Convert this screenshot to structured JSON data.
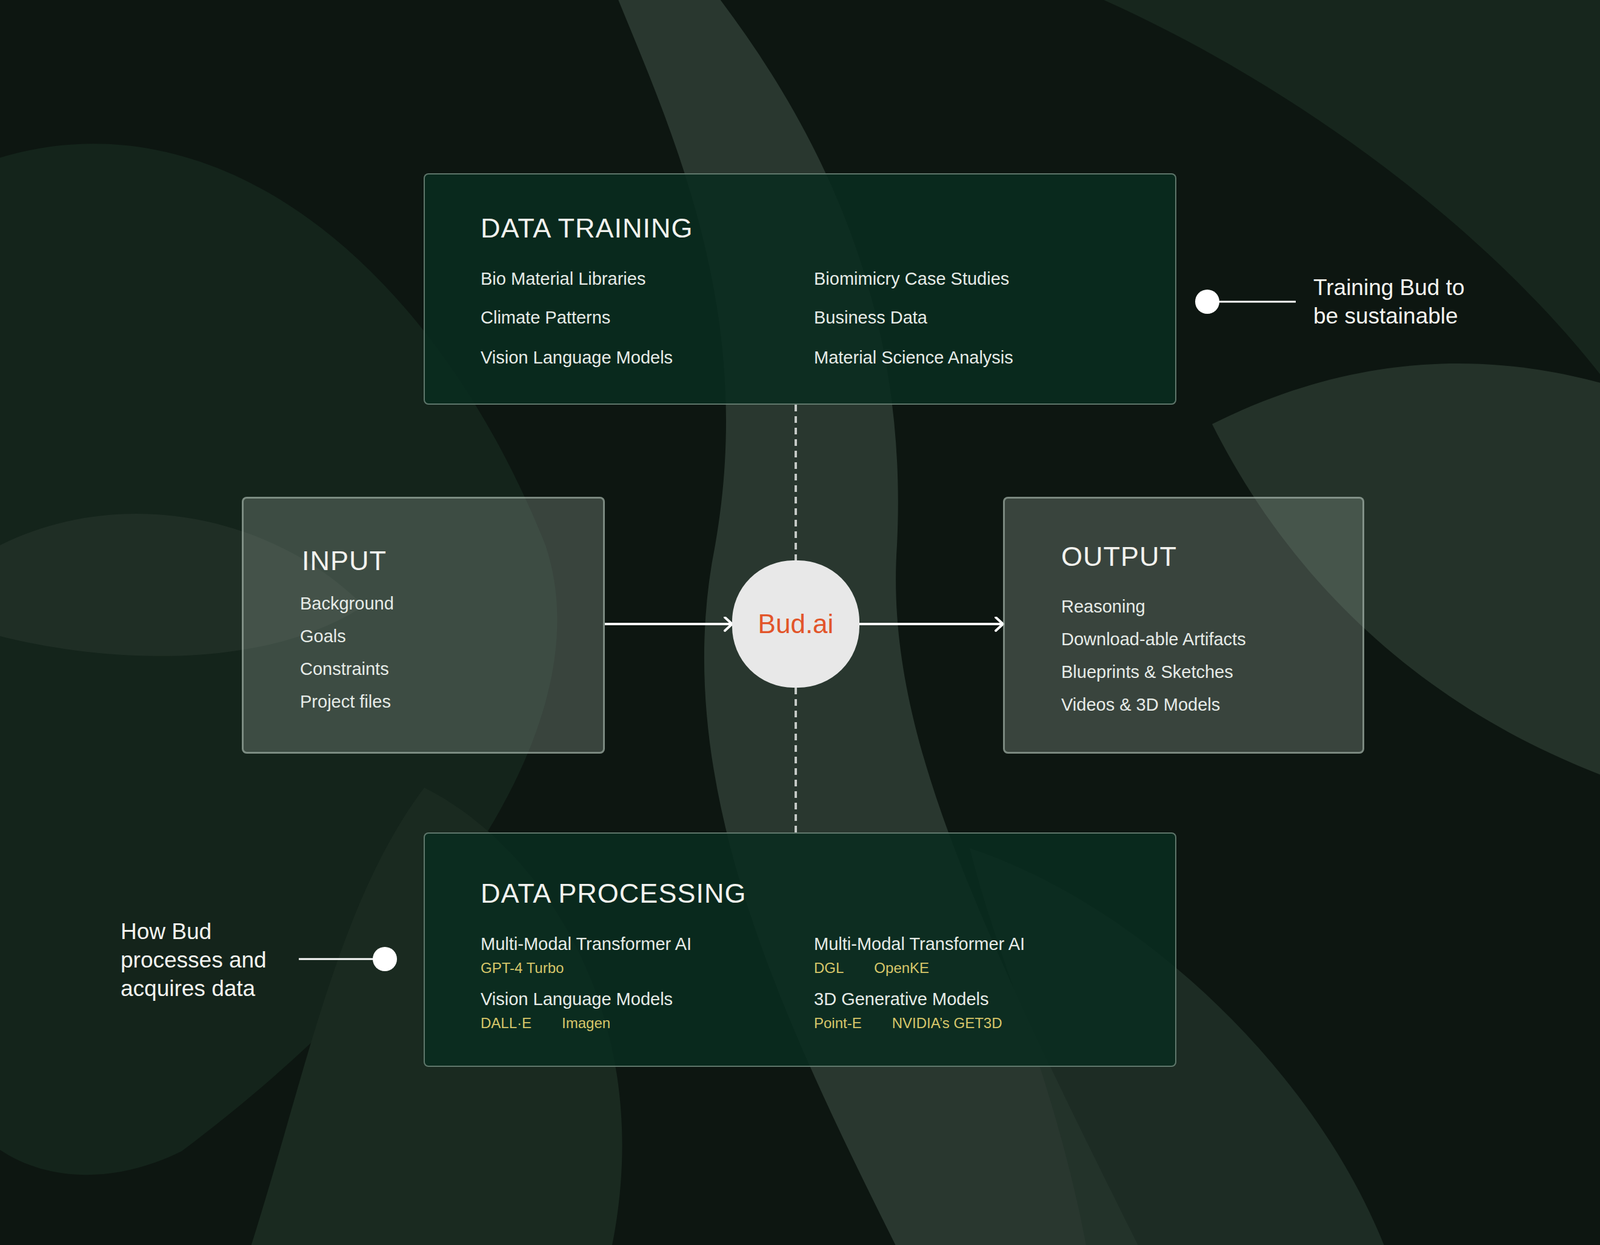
{
  "diagram": {
    "nodes": [
      {
        "text": [
          "DATA TRAINING",
          "Bio Material Libraries",
          "Biomimicry Case Studies",
          "Climate Patterns",
          "Business Data",
          "Vision Language Models",
          "Material Science Analysis"
        ]
      },
      {
        "text": [
          "INPUT",
          "Background",
          "Goals",
          "Constraints",
          "Project files"
        ]
      },
      {
        "text": [
          "Bud.ai"
        ]
      },
      {
        "text": [
          "OUTPUT",
          "Reasoning",
          "Download-able Artifacts",
          "Blueprints & Sketches",
          "Videos & 3D Models"
        ]
      },
      {
        "text": [
          "DATA PROCESSING",
          "Multi-Modal Transformer AI",
          "GPT-4 Turbo",
          "Vision Language Models",
          "DALL·E",
          "Imagen",
          "Multi-Modal Transformer AI",
          "DGL",
          "OpenKE",
          "3D Generative Models",
          "Point-E",
          "NVIDIA’s GET3D"
        ]
      }
    ],
    "edges": [
      {
        "from": 0,
        "to": 2,
        "arrow": "none"
      },
      {
        "from": 1,
        "to": 2,
        "arrow": "to"
      },
      {
        "from": 2,
        "to": 3,
        "arrow": "to"
      },
      {
        "from": 2,
        "to": 4,
        "arrow": "none"
      }
    ],
    "labels": [
      "Training Bud to be sustainable",
      "How Bud processes and acquires data"
    ]
  }
}
